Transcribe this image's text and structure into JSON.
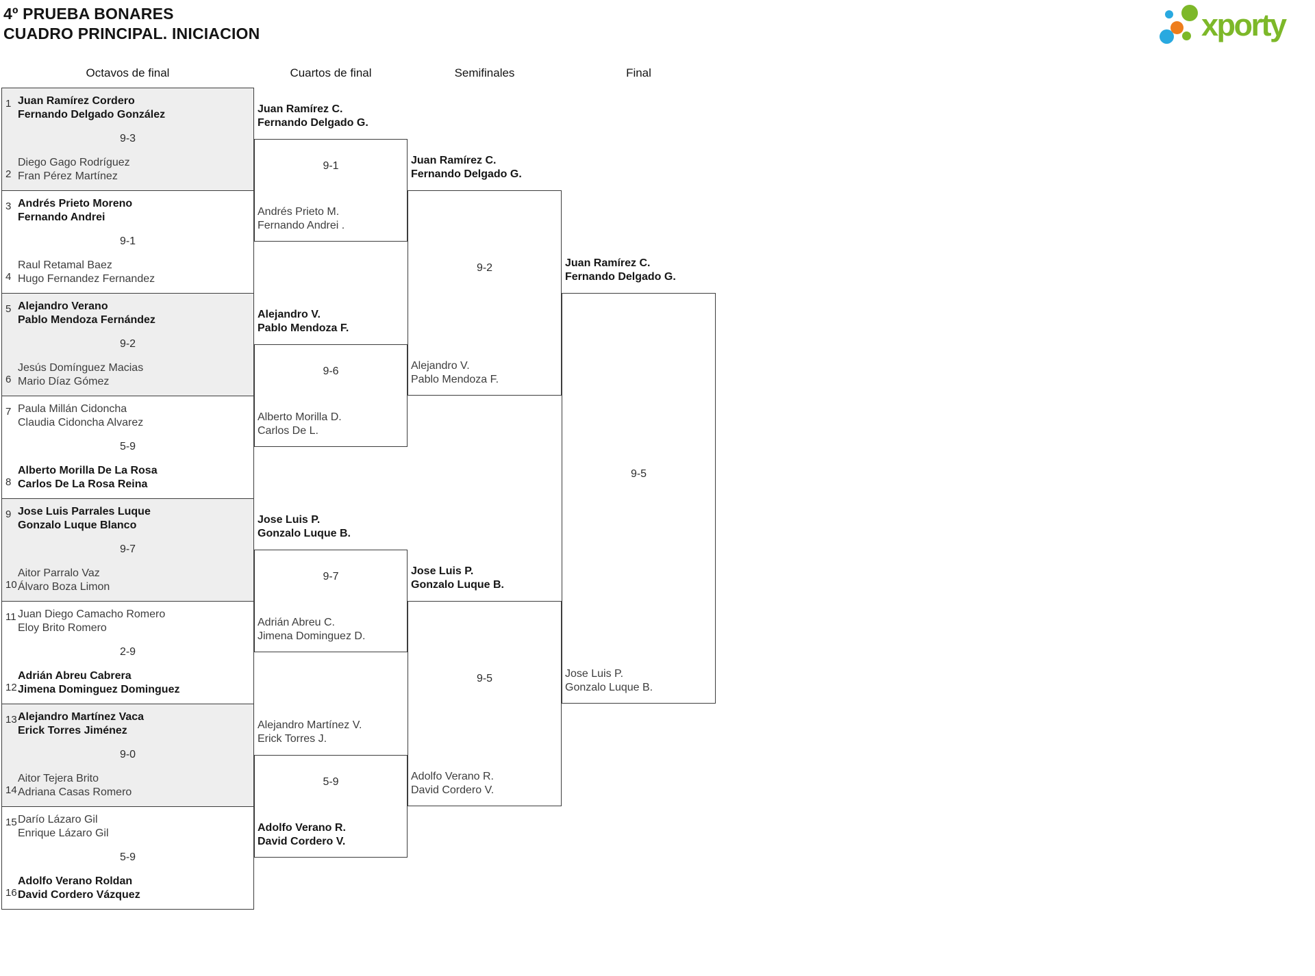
{
  "title": {
    "line1": "4º PRUEBA BONARES",
    "line2": "CUADRO PRINCIPAL. INICIACION"
  },
  "logo": {
    "brand": "xporty",
    "green": "#7db829",
    "blue": "#29a9e0",
    "orange": "#ee7d1c"
  },
  "rounds": [
    {
      "label": "Octavos de final"
    },
    {
      "label": "Cuartos de final"
    },
    {
      "label": "Semifinales"
    },
    {
      "label": "Final"
    }
  ],
  "octavos": [
    {
      "seed_top": "1",
      "team_top": [
        "Juan Ramírez Cordero",
        "Fernando Delgado González"
      ],
      "score": "9-3",
      "seed_bottom": "2",
      "team_bottom": [
        "Diego Gago Rodríguez",
        "Fran Pérez Martínez"
      ],
      "winner": "top"
    },
    {
      "seed_top": "3",
      "team_top": [
        "Andrés Prieto Moreno",
        "Fernando Andrei"
      ],
      "score": "9-1",
      "seed_bottom": "4",
      "team_bottom": [
        "Raul Retamal Baez",
        "Hugo Fernandez Fernandez"
      ],
      "winner": "top"
    },
    {
      "seed_top": "5",
      "team_top": [
        "Alejandro Verano",
        "Pablo Mendoza Fernández"
      ],
      "score": "9-2",
      "seed_bottom": "6",
      "team_bottom": [
        "Jesús Domínguez Macias",
        "Mario Díaz Gómez"
      ],
      "winner": "top"
    },
    {
      "seed_top": "7",
      "team_top": [
        "Paula Millán Cidoncha",
        "Claudia Cidoncha Alvarez"
      ],
      "score": "5-9",
      "seed_bottom": "8",
      "team_bottom": [
        "Alberto Morilla De La Rosa",
        "Carlos De La Rosa Reina"
      ],
      "winner": "bottom"
    },
    {
      "seed_top": "9",
      "team_top": [
        "Jose Luis Parrales Luque",
        "Gonzalo Luque Blanco"
      ],
      "score": "9-7",
      "seed_bottom": "10",
      "team_bottom": [
        "Aitor Parralo Vaz",
        "Álvaro Boza Limon"
      ],
      "winner": "top"
    },
    {
      "seed_top": "11",
      "team_top": [
        "Juan Diego Camacho Romero",
        "Eloy Brito Romero"
      ],
      "score": "2-9",
      "seed_bottom": "12",
      "team_bottom": [
        "Adrián Abreu Cabrera",
        "Jimena Dominguez Dominguez"
      ],
      "winner": "bottom"
    },
    {
      "seed_top": "13",
      "team_top": [
        "Alejandro Martínez Vaca",
        "Erick Torres Jiménez"
      ],
      "score": "9-0",
      "seed_bottom": "14",
      "team_bottom": [
        "Aitor Tejera Brito",
        "Adriana Casas Romero"
      ],
      "winner": "top"
    },
    {
      "seed_top": "15",
      "team_top": [
        "Darío Lázaro Gil",
        "Enrique Lázaro Gil"
      ],
      "score": "5-9",
      "seed_bottom": "16",
      "team_bottom": [
        "Adolfo Verano Roldan",
        "David Cordero Vázquez"
      ],
      "winner": "bottom"
    }
  ],
  "cuartos": [
    {
      "team_top": [
        "Juan Ramírez C.",
        "Fernando Delgado G."
      ],
      "score": "9-1",
      "team_bottom": [
        "Andrés Prieto M.",
        "Fernando Andrei ."
      ],
      "winner": "top"
    },
    {
      "team_top": [
        "Alejandro V.",
        "Pablo Mendoza F."
      ],
      "score": "9-6",
      "team_bottom": [
        "Alberto Morilla D.",
        "Carlos De L."
      ],
      "winner": "top"
    },
    {
      "team_top": [
        "Jose Luis P.",
        "Gonzalo Luque B."
      ],
      "score": "9-7",
      "team_bottom": [
        "Adrián Abreu C.",
        "Jimena Dominguez D."
      ],
      "winner": "top"
    },
    {
      "team_top": [
        "Alejandro Martínez V.",
        "Erick Torres J."
      ],
      "score": "5-9",
      "team_bottom": [
        "Adolfo Verano R.",
        "David Cordero V."
      ],
      "winner": "bottom"
    }
  ],
  "semifinales": [
    {
      "team_top": [
        "Juan Ramírez C.",
        "Fernando Delgado G."
      ],
      "score": "9-2",
      "team_bottom": [
        "Alejandro V.",
        "Pablo Mendoza F."
      ],
      "winner": "top"
    },
    {
      "team_top": [
        "Jose Luis P.",
        "Gonzalo Luque B."
      ],
      "score": "9-5",
      "team_bottom": [
        "Adolfo Verano R.",
        "David Cordero V."
      ],
      "winner": "top"
    }
  ],
  "final": {
    "team_top": [
      "Juan Ramírez C.",
      "Fernando Delgado G."
    ],
    "score": "9-5",
    "team_bottom": [
      "Jose Luis P.",
      "Gonzalo Luque B."
    ],
    "winner": "top"
  }
}
